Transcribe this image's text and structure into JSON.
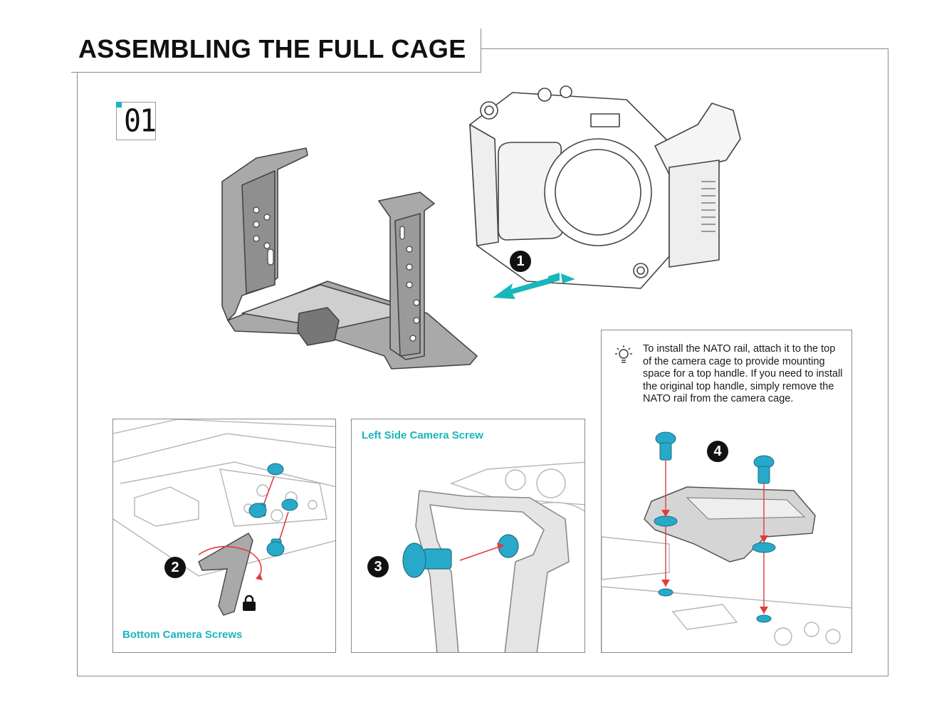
{
  "title": "ASSEMBLING THE FULL CAGE",
  "step_number": "01",
  "colors": {
    "accent": "#19b6bb",
    "arrow_red": "#e23b3b",
    "outline": "#8a8a8a"
  },
  "markers": [
    "1",
    "2",
    "3",
    "4"
  ],
  "panels": {
    "bottom": {
      "caption": "Bottom Camera Screws"
    },
    "left": {
      "caption": "Left Side Camera Screw"
    },
    "nato": {
      "tip_icon": "lightbulb-icon",
      "tip_text": "To install the NATO rail, attach it to the top of the camera cage to provide mounting space for a top handle. If you need to install the original top handle, simply remove the NATO rail from the camera cage."
    }
  },
  "icons": [
    "lock-icon",
    "lightbulb-icon",
    "rotate-arrow-icon",
    "direction-arrow-icon"
  ]
}
